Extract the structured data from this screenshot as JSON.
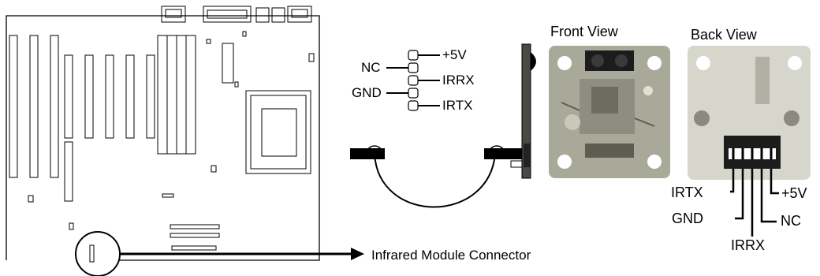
{
  "labels": {
    "pin_plus5v": "+5V",
    "pin_nc": "NC",
    "pin_irrx": "IRRX",
    "pin_gnd": "GND",
    "pin_irtx": "IRTX",
    "front_view": "Front View",
    "back_view": "Back View",
    "back_irtx": "IRTX",
    "back_plus5v": "+5V",
    "back_gnd": "GND",
    "back_nc": "NC",
    "back_irrx": "IRRX",
    "connector_caption": "Infrared Module Connector",
    "marker_glyph": "I"
  },
  "colors": {
    "ink": "#000000",
    "board_photo": "#a9a99a",
    "board_photo_dark": "#5c5c50",
    "back_photo": "#d6d6cc",
    "background": "#ffffff"
  }
}
